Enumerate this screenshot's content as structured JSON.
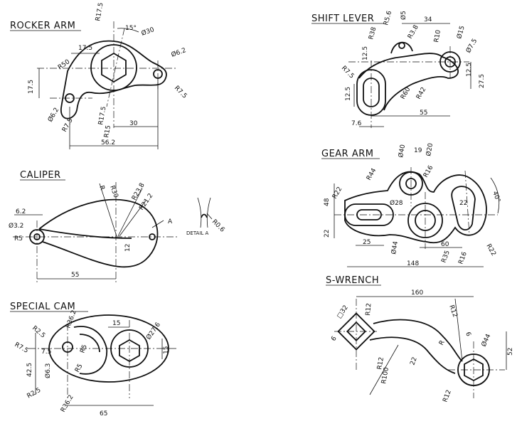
{
  "rocker_arm": {
    "title": "ROCKER ARM",
    "dims": [
      "R17.5",
      "15°",
      "Ø30",
      "17.5",
      "R50",
      "Ø6.2",
      "R7.5",
      "17.5",
      "Ø6.2",
      "R7.5",
      "R17.5",
      "R15",
      "30",
      "56.2"
    ]
  },
  "caliper": {
    "title": "CALIPER",
    "dims": [
      "6.2",
      "Ø3.2",
      "R5",
      "R",
      "R30",
      "R23.8",
      "R21.2",
      "A",
      "12",
      "55"
    ],
    "detail_label": "DETAIL A",
    "detail_dim": "R0.6"
  },
  "special_cam": {
    "title": "SPECIAL CAM",
    "dims": [
      "R2.5",
      "R36.2",
      "15",
      "Ø27.6",
      "R7.5",
      "7.5",
      "42.5",
      "R5",
      "R5",
      "Ø6.3",
      "15",
      "R2.5",
      "R36.2",
      "65"
    ]
  },
  "shift_lever": {
    "title": "SHIFT LEVER",
    "dims": [
      "R5.6",
      "Ø5",
      "34",
      "R38",
      "R3.8",
      "R10",
      "Ø15",
      "Ø7.5",
      "12.5",
      "R7.5",
      "R42",
      "12.5",
      "27.5",
      "12.5",
      "R60",
      "55",
      "7.6"
    ]
  },
  "gear_arm": {
    "title": "GEAR ARM",
    "dims": [
      "Ø40",
      "19",
      "Ø20",
      "R44",
      "R16",
      "R22",
      "Ø28",
      "40°",
      "48",
      "22",
      "22",
      "25",
      "Ø44",
      "60",
      "R35",
      "R16",
      "R22",
      "148"
    ]
  },
  "s_wrench": {
    "title": "S-WRENCH",
    "dims": [
      "160",
      "□32",
      "R12",
      "R12",
      "6",
      "R",
      "6",
      "Ø44",
      "52",
      "R12",
      "R100",
      "22",
      "R12"
    ]
  }
}
